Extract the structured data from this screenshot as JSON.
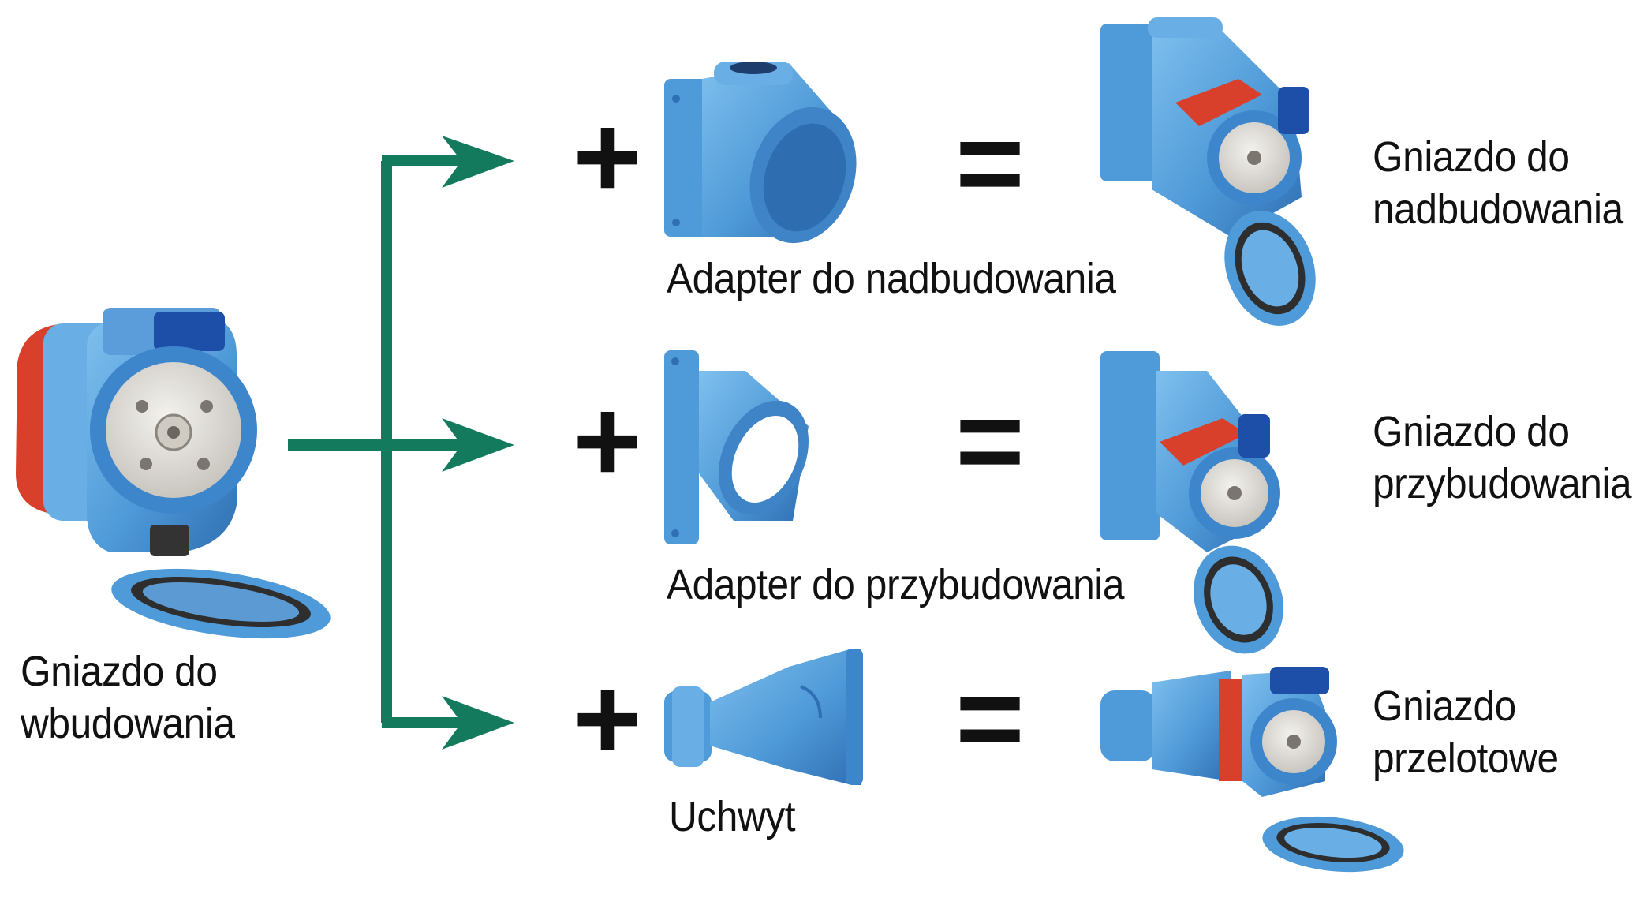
{
  "source_socket": {
    "label_line1": "Gniazdo do",
    "label_line2": "wbudowania"
  },
  "operators": {
    "plus": "+",
    "equals": "="
  },
  "rows": [
    {
      "component_label": "Adapter do nadbudowania",
      "result_line1": "Gniazdo do",
      "result_line2": "nadbudowania"
    },
    {
      "component_label": "Adapter do przybudowania",
      "result_line1": "Gniazdo do",
      "result_line2": "przybudowania"
    },
    {
      "component_label": "Uchwyt",
      "result_line1": "Gniazdo",
      "result_line2": "przelotowe"
    }
  ],
  "colors": {
    "arrow": "#137a5e",
    "product_blue": "#4f9ad8",
    "product_dark_blue": "#1d4fa8",
    "product_red": "#d8402c",
    "text": "#111111"
  }
}
